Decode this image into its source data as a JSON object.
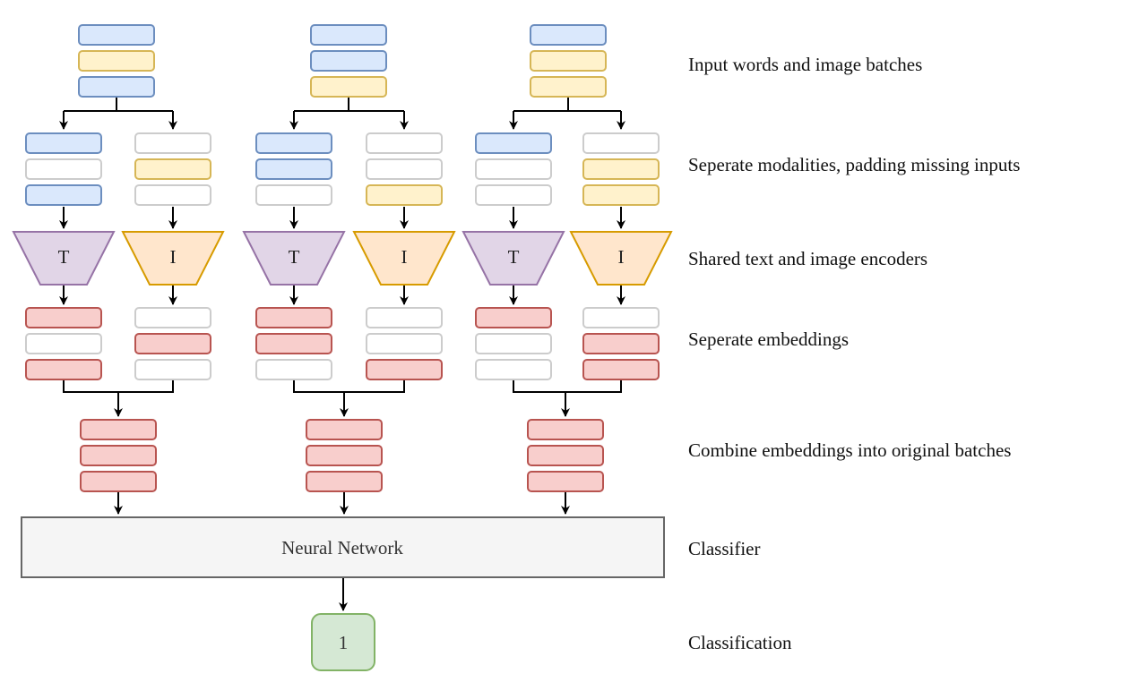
{
  "stages": {
    "input": "Input words and image batches",
    "separate": "Seperate modalities, padding missing inputs",
    "encoders": "Shared text and image encoders",
    "embeddings": "Seperate embeddings",
    "combine": "Combine embeddings into original batches",
    "classifier": "Classifier",
    "classification": "Classification"
  },
  "encoder_labels": {
    "text": "T",
    "image": "I"
  },
  "classifier_box": "Neural Network",
  "output_value": "1",
  "colors": {
    "text_fill": "#dae8fc",
    "text_stroke": "#6c8ebf",
    "image_fill": "#fff2cc",
    "image_stroke": "#d6b656",
    "empty_fill": "#ffffff",
    "empty_stroke": "#cccccc",
    "embed_fill": "#f8cecc",
    "embed_stroke": "#b85450",
    "t_encoder_fill": "#e1d5e7",
    "t_encoder_stroke": "#9673a6",
    "i_encoder_fill": "#ffe6cc",
    "i_encoder_stroke": "#d79b00",
    "nn_fill": "#f5f5f5",
    "nn_stroke": "#666666",
    "out_fill": "#d5e8d4",
    "out_stroke": "#82b366"
  },
  "batches": [
    {
      "input": [
        "text",
        "image",
        "text"
      ],
      "text_branch": [
        "text",
        "empty",
        "text"
      ],
      "image_branch": [
        "empty",
        "image",
        "empty"
      ],
      "text_embeddings": [
        "embed",
        "empty",
        "embed"
      ],
      "image_embeddings": [
        "empty",
        "embed",
        "empty"
      ],
      "combined": [
        "embed",
        "embed",
        "embed"
      ]
    },
    {
      "input": [
        "text",
        "text",
        "image"
      ],
      "text_branch": [
        "text",
        "text",
        "empty"
      ],
      "image_branch": [
        "empty",
        "empty",
        "image"
      ],
      "text_embeddings": [
        "embed",
        "embed",
        "empty"
      ],
      "image_embeddings": [
        "empty",
        "empty",
        "embed"
      ],
      "combined": [
        "embed",
        "embed",
        "embed"
      ]
    },
    {
      "input": [
        "text",
        "image",
        "image"
      ],
      "text_branch": [
        "text",
        "empty",
        "empty"
      ],
      "image_branch": [
        "empty",
        "image",
        "image"
      ],
      "text_embeddings": [
        "embed",
        "empty",
        "empty"
      ],
      "image_embeddings": [
        "empty",
        "embed",
        "embed"
      ],
      "combined": [
        "embed",
        "embed",
        "embed"
      ]
    }
  ]
}
